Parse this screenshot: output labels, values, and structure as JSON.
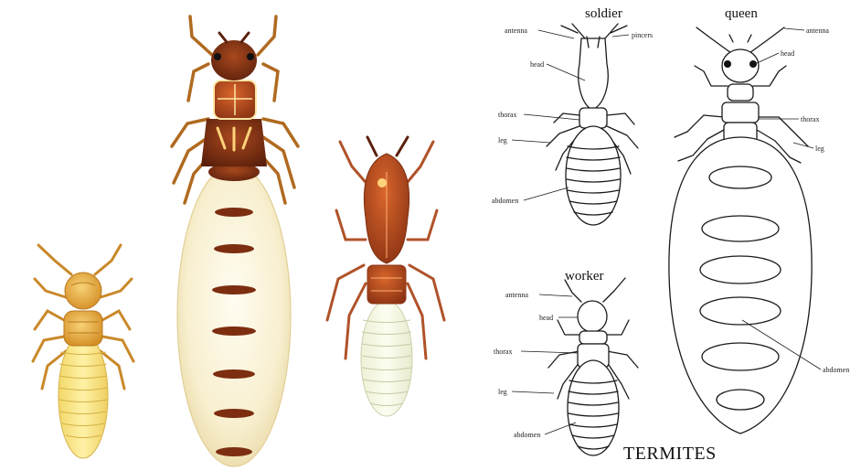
{
  "left_panel": {
    "specimens": [
      "worker",
      "queen",
      "soldier"
    ],
    "colors": {
      "amber": "#e0a43a",
      "rust": "#a8491e",
      "cream": "#fbf3d6",
      "band": "#8a3513"
    }
  },
  "right_panel": {
    "soldier": {
      "title": "soldier",
      "labels": {
        "antenna": "antenna",
        "pincers": "pincers",
        "head": "head",
        "thorax": "thorax",
        "leg": "leg",
        "abdomen": "abdomen"
      }
    },
    "queen": {
      "title": "queen",
      "labels": {
        "antenna": "antenna",
        "head": "head",
        "thorax": "thorax",
        "leg": "leg",
        "abdomen": "abdomen"
      }
    },
    "worker": {
      "title": "worker",
      "labels": {
        "antenna": "antenna",
        "head": "head",
        "thorax": "thorax",
        "leg": "leg",
        "abdomen": "abdomen"
      }
    },
    "caption": "TERMITES"
  }
}
